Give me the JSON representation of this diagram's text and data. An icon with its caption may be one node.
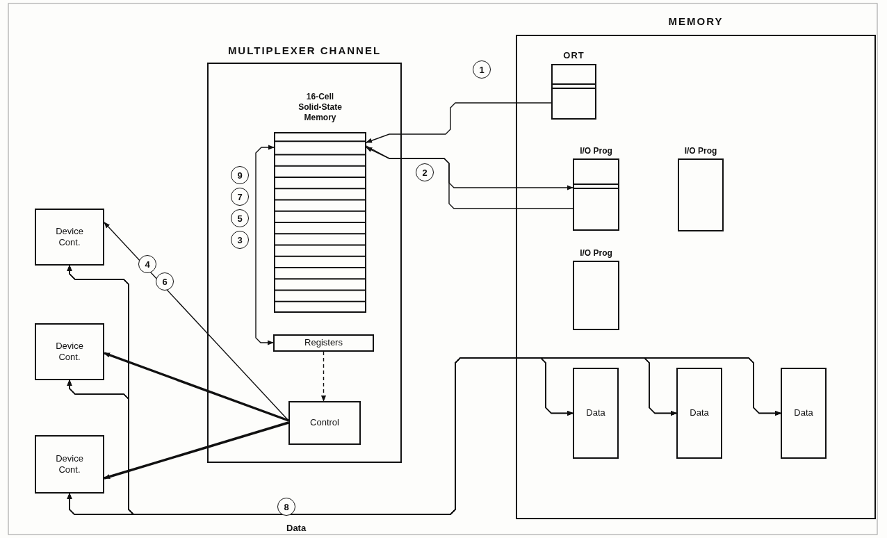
{
  "diagram": {
    "nodes": [
      {
        "text": [
          "MULTIPLEXER CHANNEL"
        ]
      },
      {
        "text": [
          "16-Cell Solid-State Memory"
        ],
        "in": 0
      },
      {
        "text": [
          "Registers"
        ],
        "in": 0
      },
      {
        "text": [
          "Control"
        ],
        "in": 0
      },
      {
        "text": [
          "MEMORY"
        ]
      },
      {
        "text": [
          "ORT"
        ],
        "in": 4
      },
      {
        "text": [
          "I/O Prog"
        ],
        "in": 4
      },
      {
        "text": [
          "I/O Prog"
        ],
        "in": 4
      },
      {
        "text": [
          "I/O Prog"
        ],
        "in": 4
      },
      {
        "text": [
          "Data"
        ],
        "in": 4
      },
      {
        "text": [
          "Data"
        ],
        "in": 4
      },
      {
        "text": [
          "Data"
        ],
        "in": 4
      },
      {
        "text": [
          "Device Cont."
        ]
      },
      {
        "text": [
          "Device Cont."
        ]
      },
      {
        "text": [
          "Device Cont."
        ]
      }
    ],
    "edges": [
      {
        "from": 5,
        "to": 1,
        "arrow": "to"
      },
      {
        "from": 1,
        "to": 6,
        "arrow": "to"
      },
      {
        "from": 6,
        "to": 1,
        "arrow": "to"
      },
      {
        "from": 1,
        "to": 2,
        "arrow": "both"
      },
      {
        "from": 2,
        "to": 3,
        "arrow": "to",
        "style": "dashed"
      },
      {
        "from": 3,
        "to": 12,
        "arrow": "to"
      },
      {
        "from": 3,
        "to": 13,
        "arrow": "to",
        "style": "thick"
      },
      {
        "from": 3,
        "to": 14,
        "arrow": "to",
        "style": "thick"
      },
      {
        "from": 12,
        "to": 9,
        "arrow": "both"
      },
      {
        "from": 12,
        "to": 10,
        "arrow": "both"
      },
      {
        "from": 12,
        "to": 11,
        "arrow": "both"
      },
      {
        "from": 13,
        "to": 9,
        "arrow": "both"
      },
      {
        "from": 13,
        "to": 10,
        "arrow": "both"
      },
      {
        "from": 13,
        "to": 11,
        "arrow": "both"
      },
      {
        "from": 14,
        "to": 9,
        "arrow": "both"
      },
      {
        "from": 14,
        "to": 10,
        "arrow": "both"
      },
      {
        "from": 14,
        "to": 11,
        "arrow": "both"
      }
    ],
    "labels": [
      "1",
      "2",
      "9",
      "7",
      "5",
      "3",
      "4",
      "6",
      "8",
      "Data"
    ]
  }
}
